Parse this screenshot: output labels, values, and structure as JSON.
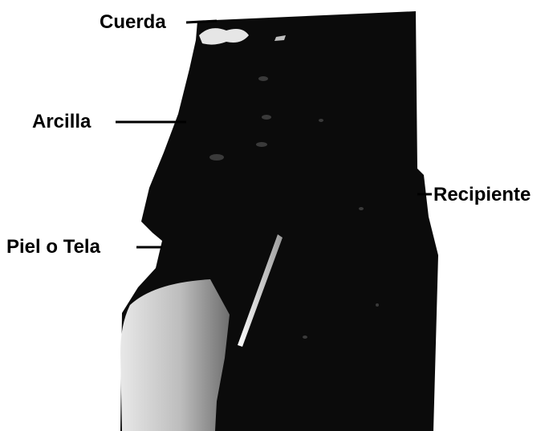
{
  "labels": {
    "cuerda": "Cuerda",
    "arcilla": "Arcilla",
    "recipiente": "Recipiente",
    "piel_o_tela": "Piel o Tela"
  },
  "colors": {
    "background": "#ffffff",
    "object": "#0b0b0b",
    "label_text": "#000000",
    "leader_line": "#000000",
    "cloth_highlight": "#cfcfcf",
    "rope_highlight": "#e6e6e6"
  }
}
